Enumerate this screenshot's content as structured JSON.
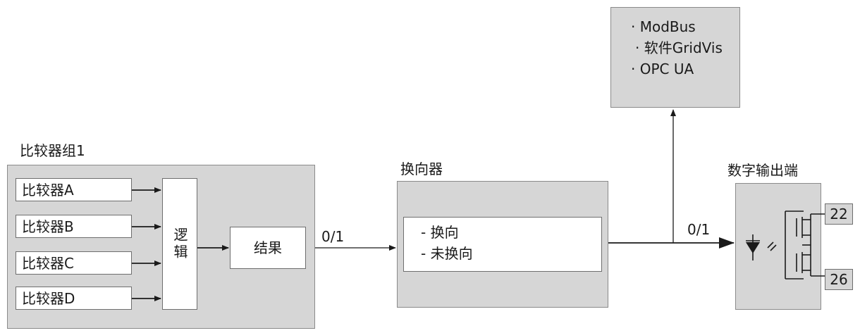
{
  "comm_box": {
    "items": [
      "· ModBus",
      "· 软件GridVis",
      "· OPC UA"
    ]
  },
  "group": {
    "title": "比较器组1",
    "comparators": [
      "比较器A",
      "比较器B",
      "比较器C",
      "比较器D"
    ],
    "logic_label": "逻辑",
    "result_label": "结果"
  },
  "inverter": {
    "title": "换向器",
    "options": [
      "- 换向",
      "- 未换向"
    ]
  },
  "digital_output": {
    "title": "数字输出端",
    "terminal_top": "22",
    "terminal_bottom": "26"
  },
  "signal_labels": {
    "group_to_inverter": "0/1",
    "inverter_to_output": "0/1"
  }
}
